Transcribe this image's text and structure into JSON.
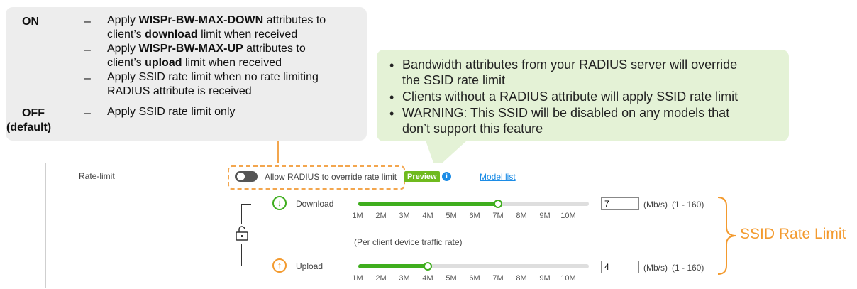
{
  "explanation": {
    "on_key": "ON",
    "on_items": [
      {
        "pre": "Apply ",
        "bold": "WISPr-BW-MAX-DOWN",
        "mid": " attributes to",
        "line2_pre": "client’s ",
        "line2_bold": "download",
        "line2_post": " limit when received"
      },
      {
        "pre": "Apply ",
        "bold": "WISPr-BW-MAX-UP",
        "mid": " attributes to",
        "line2_pre": "client’s ",
        "line2_bold": "upload",
        "line2_post": " limit when received"
      },
      {
        "pre": "Apply SSID rate limit when no rate limiting",
        "bold": "",
        "mid": "",
        "line2_pre": "RADIUS attribute is received",
        "line2_bold": "",
        "line2_post": ""
      }
    ],
    "off_key_line1": "OFF",
    "off_key_line2": "(default)",
    "off_item": "Apply SSID rate limit only",
    "dash": "–"
  },
  "callout": {
    "bullet": "•",
    "items": [
      [
        "Bandwidth attributes from your RADIUS server will override",
        "the SSID rate limit"
      ],
      [
        "Clients without a RADIUS attribute will apply SSID rate limit"
      ],
      [
        "WARNING: This SSID will be disabled on any models that",
        "don’t support this feature"
      ]
    ]
  },
  "panel": {
    "section_label": "Rate-limit",
    "toggle_label": "Allow RADIUS to override rate limit",
    "toggle_on": false,
    "preview_badge": "Preview",
    "info_icon": "i",
    "model_link": "Model list",
    "download": {
      "label": "Download",
      "value": "7",
      "unit": "(Mb/s)",
      "range": "(1 - 160)",
      "slider_value": 7
    },
    "upload": {
      "label": "Upload",
      "value": "4",
      "unit": "(Mb/s)",
      "range": "(1 - 160)",
      "slider_value": 4
    },
    "ticks": [
      "1M",
      "2M",
      "3M",
      "4M",
      "5M",
      "6M",
      "7M",
      "8M",
      "9M",
      "10M"
    ],
    "note": "(Per client device traffic rate)",
    "icons": {
      "download": "download-arrow-icon",
      "upload": "upload-arrow-icon",
      "lock": "unlocked-padlock-icon"
    },
    "colors": {
      "green": "#3fae1e",
      "orange": "#f39a2e",
      "link": "#1c8ce6"
    }
  },
  "annotation": {
    "title": "SSID Rate Limit"
  }
}
